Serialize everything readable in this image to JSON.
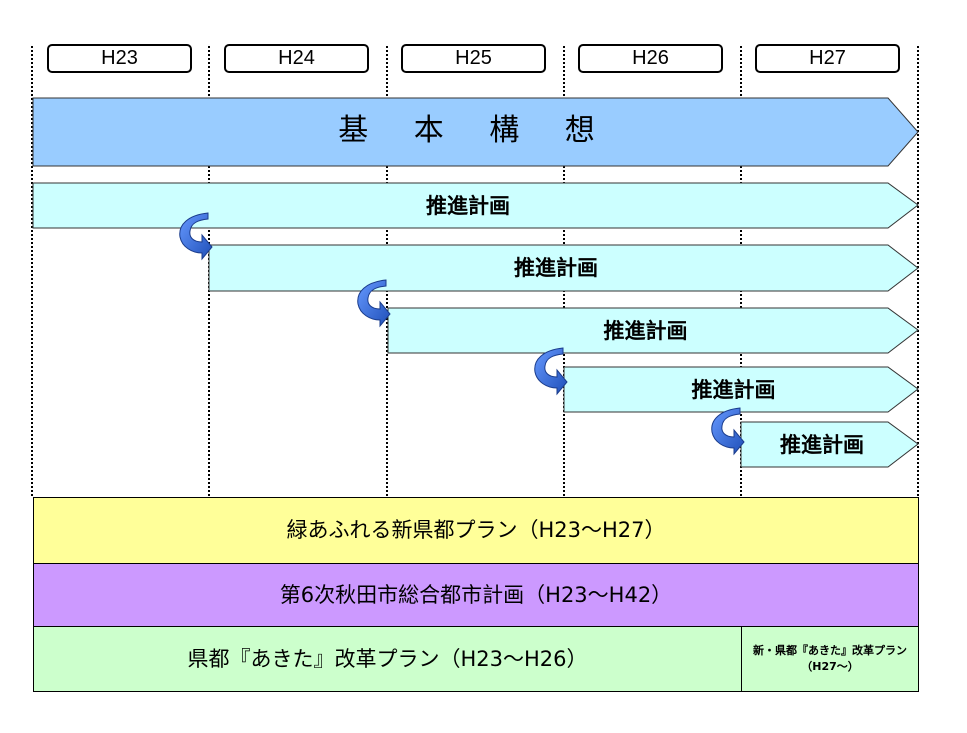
{
  "years": [
    "H23",
    "H24",
    "H25",
    "H26",
    "H27"
  ],
  "basic_plan": {
    "label": "基 本 構 想"
  },
  "promotion_plans": [
    "推進計画",
    "推進計画",
    "推進計画",
    "推進計画",
    "推進計画"
  ],
  "bands": {
    "green_city": "緑あふれる新県都プラン（H23〜H27）",
    "comprehensive": "第6次秋田市総合都市計画（H23〜H42）",
    "reform": "県都『あきた』改革プラン（H23〜H26）",
    "new_reform_line1": "新・県都『あきた』改革プラン",
    "new_reform_line2": "（H27〜）"
  },
  "colors": {
    "basic_plan_fill": "#99ccff",
    "promotion_fill": "#ccffff",
    "yellow_band": "#ffff99",
    "purple_band": "#cc99ff",
    "green_band": "#ccffcc",
    "curved_arrow": "#3366cc"
  }
}
